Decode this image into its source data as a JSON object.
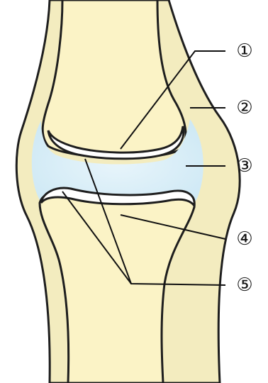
{
  "labels": [
    {
      "id": "label-1",
      "text": "①"
    },
    {
      "id": "label-2",
      "text": "②"
    },
    {
      "id": "label-3",
      "text": "③"
    },
    {
      "id": "label-4",
      "text": "④"
    },
    {
      "id": "label-5",
      "text": "⑤"
    }
  ],
  "colors": {
    "outline": "#1e1e1e",
    "capsule_fill": "#f3ecbf",
    "bone_fill": "#fbf3c6",
    "bone_shade": "#efe3a6",
    "cartilage_fill": "#ffffff",
    "cavity_fill": "#cfe9f5",
    "cavity_core": "#e8f5fb",
    "leader_line": "#111111"
  }
}
